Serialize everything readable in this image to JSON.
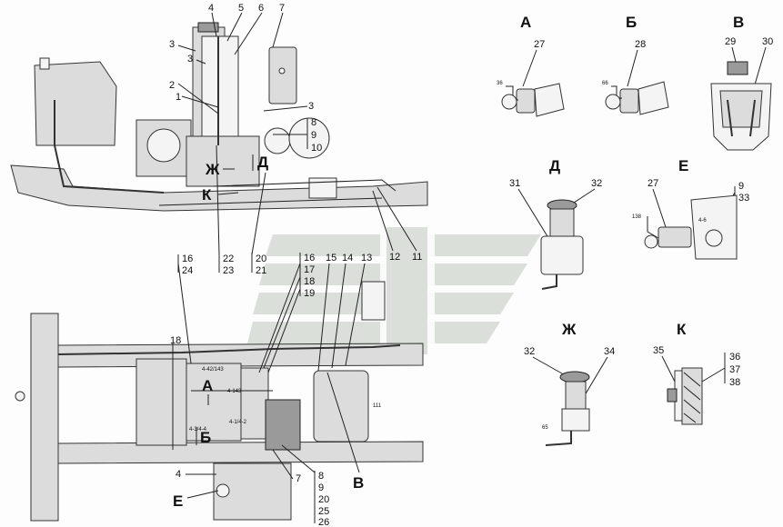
{
  "views": {
    "A": {
      "letter": "А",
      "callouts": [
        "27"
      ],
      "small": "36"
    },
    "B": {
      "letter": "Б",
      "callouts": [
        "28"
      ],
      "small": "66"
    },
    "V": {
      "letter": "В",
      "callouts": [
        "29",
        "30"
      ]
    },
    "D": {
      "letter": "Д",
      "callouts": [
        "31",
        "32"
      ]
    },
    "E": {
      "letter": "Е",
      "callouts": [
        "27",
        "9",
        "33"
      ],
      "small": [
        "138",
        "4-6"
      ]
    },
    "Zh": {
      "letter": "Ж",
      "callouts": [
        "32",
        "34"
      ],
      "small": "65"
    },
    "K": {
      "letter": "К",
      "callouts": [
        "35",
        "36",
        "37",
        "38"
      ]
    }
  },
  "side_view": {
    "markers": [
      "Ж",
      "Д",
      "К"
    ],
    "callouts": {
      "n4": "4",
      "n5": "5",
      "n6": "6",
      "n7": "7",
      "n3a": "3",
      "n3b": "3",
      "n3c": "3",
      "n2": "2",
      "n1": "1",
      "n8": "8",
      "n9": "9",
      "n10": "10",
      "n12": "12",
      "n11": "11",
      "n22": "22",
      "n23": "23",
      "n20": "20",
      "n21": "21"
    }
  },
  "top_view": {
    "markers": [
      "А",
      "Б",
      "Е",
      "В"
    ],
    "callouts": {
      "n16a": "16",
      "n24": "24",
      "n16b": "16",
      "n17": "17",
      "n18a": "18",
      "n19": "19",
      "n15": "15",
      "n14": "14",
      "n13": "13",
      "n18b": "18",
      "n4": "4",
      "n7": "7",
      "n8": "8",
      "n9": "9",
      "n20": "20",
      "n25": "25",
      "n26": "26"
    },
    "small": {
      "s1": "4-42/143",
      "s2": "4-143",
      "s3": "4-1/4-2",
      "s4": "4-3/4-4",
      "s5": "111"
    }
  }
}
